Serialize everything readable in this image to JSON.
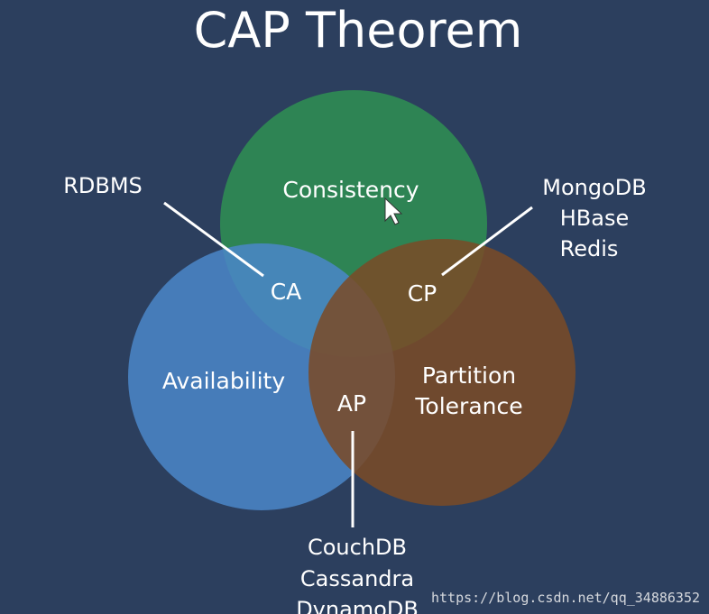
{
  "title": "CAP Theorem",
  "circles": {
    "consistency": {
      "label": "Consistency",
      "color": "#2f8a54"
    },
    "availability": {
      "label": "Availability",
      "color": "#4a86c8"
    },
    "partition": {
      "label_line1": "Partition",
      "label_line2": "Tolerance",
      "color": "#7a4b26"
    }
  },
  "regions": {
    "ca": {
      "label": "CA",
      "systems": [
        "RDBMS"
      ]
    },
    "cp": {
      "label": "CP",
      "systems": [
        "MongoDB",
        "HBase",
        "Redis"
      ]
    },
    "ap": {
      "label": "AP",
      "systems": [
        "CouchDB",
        "Cassandra",
        "DynamoDB"
      ]
    }
  },
  "watermark": "https://blog.csdn.net/qq_34886352",
  "colors": {
    "background": "#2c3f5e",
    "text": "#ffffff"
  },
  "icons": {
    "cursor": "mouse-pointer-icon"
  }
}
